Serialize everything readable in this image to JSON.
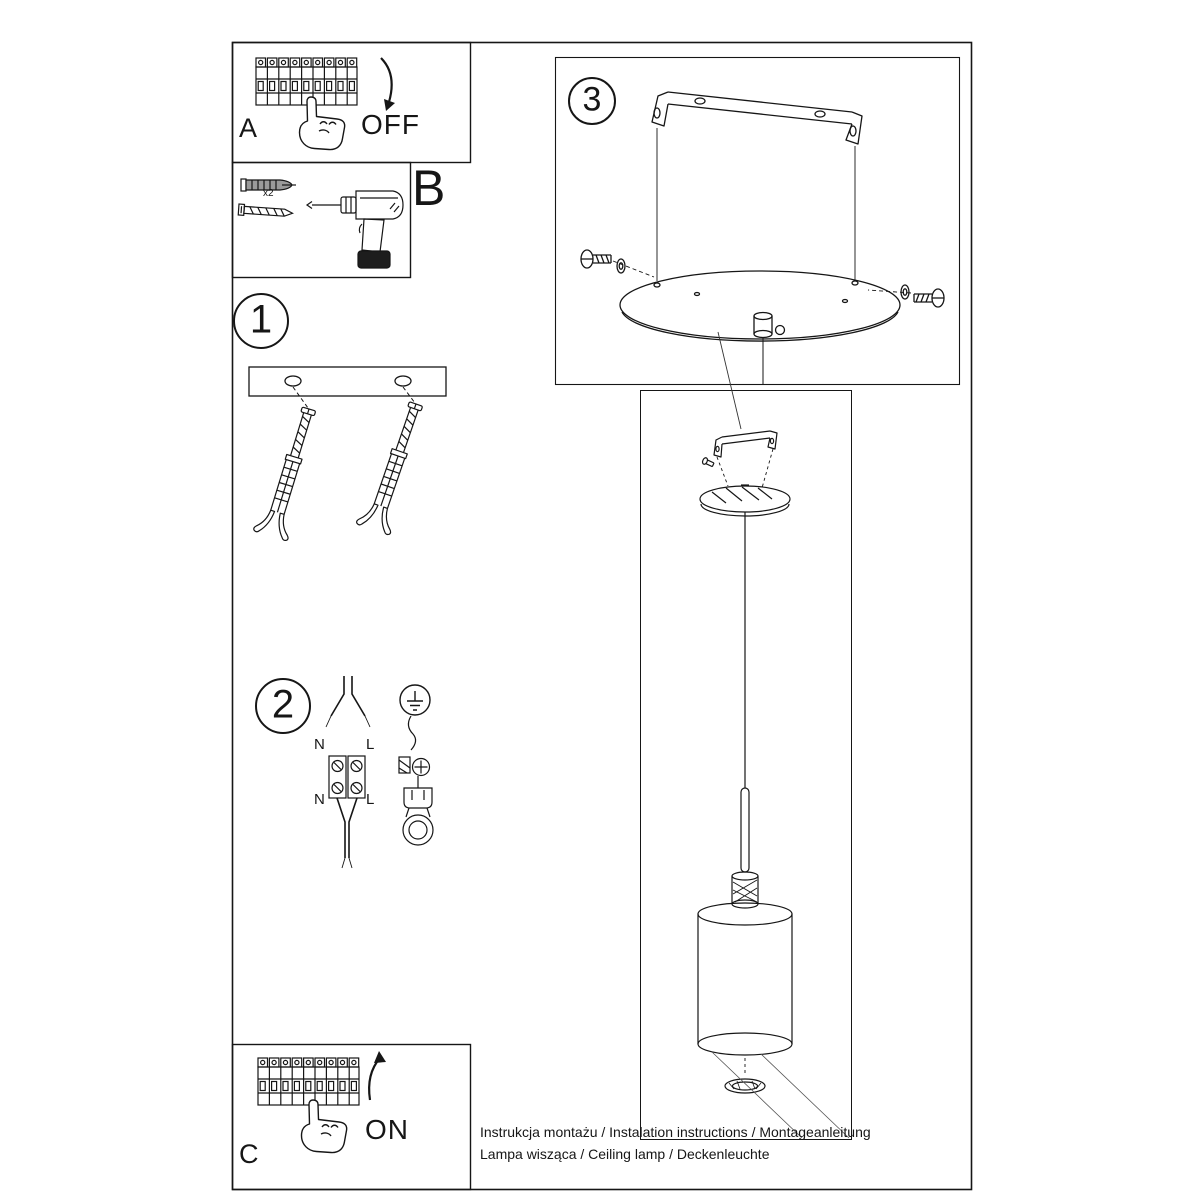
{
  "steps": {
    "a": {
      "label": "A",
      "state": "OFF"
    },
    "b": {
      "label": "B",
      "quantity": "x2"
    },
    "one": {
      "label": "1"
    },
    "two": {
      "label": "2",
      "n_top": "N",
      "l_top": "L",
      "n_bottom": "N",
      "l_bottom": "L"
    },
    "three": {
      "label": "3"
    },
    "c": {
      "label": "C",
      "state": "ON"
    }
  },
  "footer": {
    "line1": "Instrukcja montażu / Instalation instructions / Montageanleitung",
    "line2": "Lampa wisząca / Ceiling lamp / Deckenleuchte"
  },
  "illustrations": {
    "breaker_panel": "circuit-breaker-panel-with-hand",
    "drill": "power-drill",
    "wall_plug": "wall-anchor-plug-and-screw",
    "mounting_strip": "ceiling-mounting-strip-with-anchors",
    "wiring": "n-l-terminal-block-and-earth-connection",
    "canopy": "exploded-ceiling-canopy-with-bracket-and-screws",
    "pendant": "pendant-lamp-assembly"
  },
  "colors": {
    "ink": "#161616",
    "paper": "#ffffff"
  }
}
